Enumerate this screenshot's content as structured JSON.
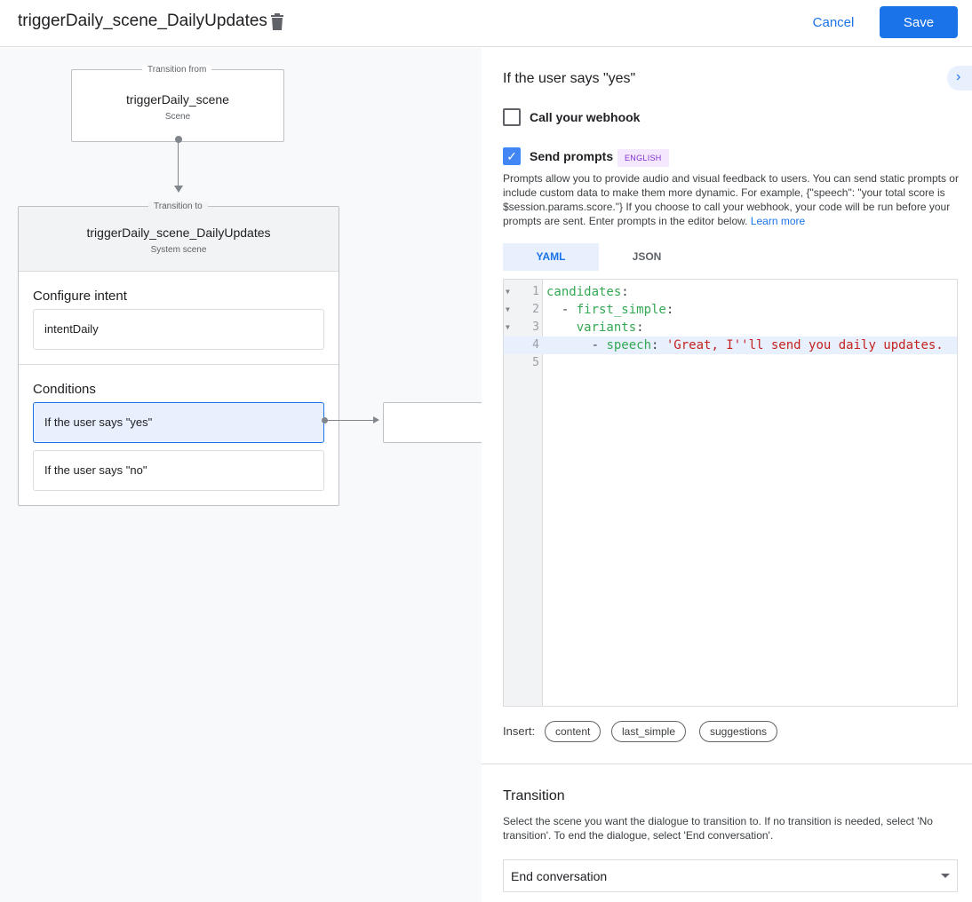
{
  "header": {
    "title": "triggerDaily_scene_DailyUpdates",
    "cancel": "Cancel",
    "save": "Save"
  },
  "canvas": {
    "from": {
      "label": "Transition from",
      "title": "triggerDaily_scene",
      "subtitle": "Scene"
    },
    "to": {
      "label": "Transition to",
      "title": "triggerDaily_scene_DailyUpdates",
      "subtitle": "System scene"
    },
    "intent_section": "Configure intent",
    "intent": "intentDaily",
    "conditions_section": "Conditions",
    "conditions": [
      "If the user says \"yes\"",
      "If the user says \"no\""
    ]
  },
  "panel": {
    "heading": "If the user says \"yes\"",
    "webhook": {
      "label": "Call your webhook",
      "checked": false
    },
    "prompts": {
      "label": "Send prompts",
      "checked": true,
      "badge": "ENGLISH"
    },
    "description": "Prompts allow you to provide audio and visual feedback to users. You can send static prompts or include custom data to make them more dynamic. For example, {\"speech\": \"your total score is $session.params.score.\"} If you choose to call your webhook, your code will be run before your prompts are sent. Enter prompts in the editor below.",
    "learn_more": "Learn more",
    "tabs": [
      "YAML",
      "JSON"
    ],
    "active_tab": "YAML",
    "code": [
      {
        "n": "1",
        "indent": "",
        "key": "candidates",
        "dash": false,
        "value": ""
      },
      {
        "n": "2",
        "indent": "  ",
        "key": "first_simple",
        "dash": true,
        "value": ""
      },
      {
        "n": "3",
        "indent": "    ",
        "key": "variants",
        "dash": false,
        "value": ""
      },
      {
        "n": "4",
        "indent": "      ",
        "key": "speech",
        "dash": true,
        "value": "'Great, I''ll send you daily updates."
      },
      {
        "n": "5",
        "indent": "",
        "key": "",
        "dash": false,
        "value": ""
      }
    ],
    "insert_label": "Insert:",
    "chips": [
      "content",
      "last_simple",
      "suggestions"
    ],
    "transition": {
      "heading": "Transition",
      "description": "Select the scene you want the dialogue to transition to. If no transition is needed, select 'No transition'. To end the dialogue, select 'End conversation'.",
      "value": "End conversation"
    }
  }
}
